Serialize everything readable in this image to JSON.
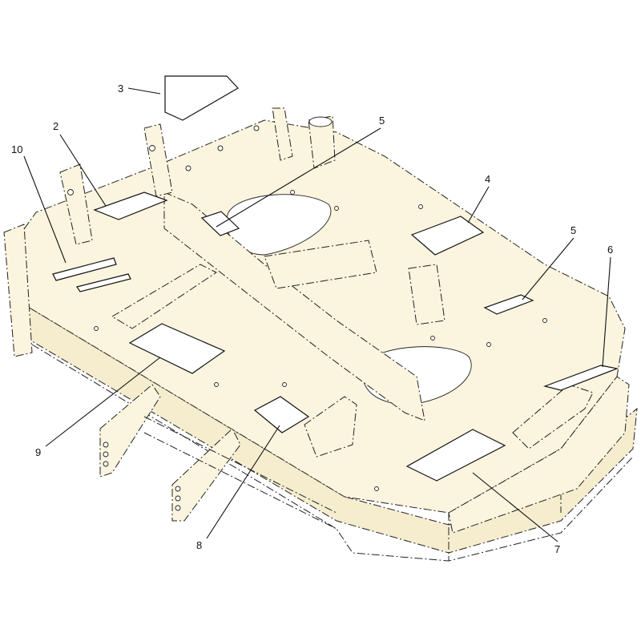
{
  "diagram": {
    "callouts": [
      {
        "id": "c3",
        "label": "3"
      },
      {
        "id": "c2",
        "label": "2"
      },
      {
        "id": "c10",
        "label": "10"
      },
      {
        "id": "c5a",
        "label": "5"
      },
      {
        "id": "c4",
        "label": "4"
      },
      {
        "id": "c5b",
        "label": "5"
      },
      {
        "id": "c6",
        "label": "6"
      },
      {
        "id": "c9",
        "label": "9"
      },
      {
        "id": "c8",
        "label": "8"
      },
      {
        "id": "c7",
        "label": "7"
      }
    ]
  }
}
